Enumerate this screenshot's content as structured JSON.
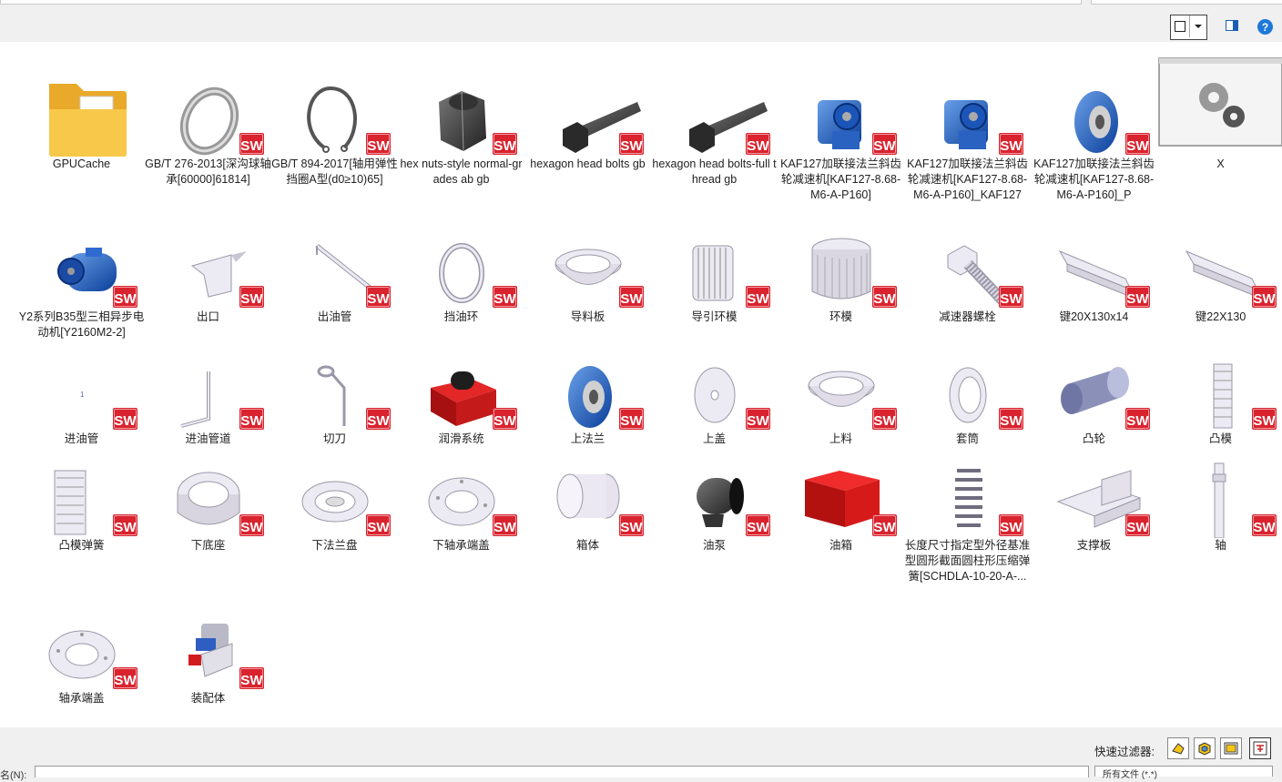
{
  "toolbar": {
    "help_label": "?"
  },
  "files": [
    {
      "name": "GPUCache",
      "icon": "folder-icon"
    },
    {
      "name": "GB/T 276-2013[深沟球轴承[60000]61814]",
      "icon": "bearing-ring-part-icon"
    },
    {
      "name": "GB/T 894-2017[轴用弹性挡圈A型(d0≥10)65]",
      "icon": "circlip-part-icon"
    },
    {
      "name": "hex nuts-style normal-grades ab gb",
      "icon": "hex-nut-part-icon"
    },
    {
      "name": "hexagon head bolts gb",
      "icon": "hex-bolt-part-icon"
    },
    {
      "name": "hexagon head bolts-full thread gb",
      "icon": "hex-bolt-part-icon"
    },
    {
      "name": "KAF127加联接法兰斜齿轮减速机[KAF127-8.68-M6-A-P160]",
      "icon": "gear-reducer-part-icon"
    },
    {
      "name": "KAF127加联接法兰斜齿轮减速机[KAF127-8.68-M6-A-P160]_KAF127",
      "icon": "gear-reducer-part-icon"
    },
    {
      "name": "KAF127加联接法兰斜齿轮减速机[KAF127-8.68-M6-A-P160]_P",
      "icon": "flange-part-icon"
    },
    {
      "name": "X",
      "icon": "application-settings-icon"
    },
    {
      "name": "Y2系列B35型三相异步电动机[Y2160M2-2]",
      "icon": "motor-part-icon"
    },
    {
      "name": "出口",
      "icon": "bracket-part-icon"
    },
    {
      "name": "出油管",
      "icon": "pipe-part-icon"
    },
    {
      "name": "挡油环",
      "icon": "ring-part-icon"
    },
    {
      "name": "导料板",
      "icon": "funnel-part-icon"
    },
    {
      "name": "导引环模",
      "icon": "cage-part-icon"
    },
    {
      "name": "环模",
      "icon": "ring-die-part-icon"
    },
    {
      "name": "减速器螺栓",
      "icon": "bolt-part-icon"
    },
    {
      "name": "键20X130x14",
      "icon": "key-part-icon"
    },
    {
      "name": "键22X130",
      "icon": "key-part-icon"
    },
    {
      "name": "进油管",
      "icon": "empty-part-icon"
    },
    {
      "name": "进油管道",
      "icon": "pipe-bend-part-icon"
    },
    {
      "name": "切刀",
      "icon": "cutter-part-icon"
    },
    {
      "name": "润滑系统",
      "icon": "lubrication-assembly-icon"
    },
    {
      "name": "上法兰",
      "icon": "flange-part-icon"
    },
    {
      "name": "上盖",
      "icon": "disc-part-icon"
    },
    {
      "name": "上料",
      "icon": "funnel-part-icon"
    },
    {
      "name": "套筒",
      "icon": "sleeve-part-icon"
    },
    {
      "name": "凸轮",
      "icon": "cam-part-icon"
    },
    {
      "name": "凸模",
      "icon": "punch-part-icon"
    },
    {
      "name": "凸模弹簧",
      "icon": "punch-spring-part-icon"
    },
    {
      "name": "下底座",
      "icon": "base-part-icon"
    },
    {
      "name": "下法兰盘",
      "icon": "flange-plate-part-icon"
    },
    {
      "name": "下轴承端盖",
      "icon": "bearing-cap-part-icon"
    },
    {
      "name": "箱体",
      "icon": "box-part-icon"
    },
    {
      "name": "油泵",
      "icon": "pump-part-icon"
    },
    {
      "name": "油箱",
      "icon": "tank-part-icon"
    },
    {
      "name": "长度尺寸指定型外径基准型圆形截面圆柱形压缩弹簧[SCHDLA-10-20-A-...",
      "icon": "spring-part-icon"
    },
    {
      "name": "支撑板",
      "icon": "support-plate-part-icon"
    },
    {
      "name": "轴",
      "icon": "shaft-part-icon"
    },
    {
      "name": "轴承端盖",
      "icon": "bearing-cap-part-icon"
    },
    {
      "name": "装配体",
      "icon": "assembly-icon"
    }
  ],
  "statusbar": {
    "quick_filter_label": "快速过滤器:",
    "filename_label": "名(N):",
    "filetype_value": "所有文件 (*.*)"
  },
  "colors": {
    "sw_badge": "#d9232e",
    "folder": "#f6c044",
    "accent": "#1e78d7"
  }
}
